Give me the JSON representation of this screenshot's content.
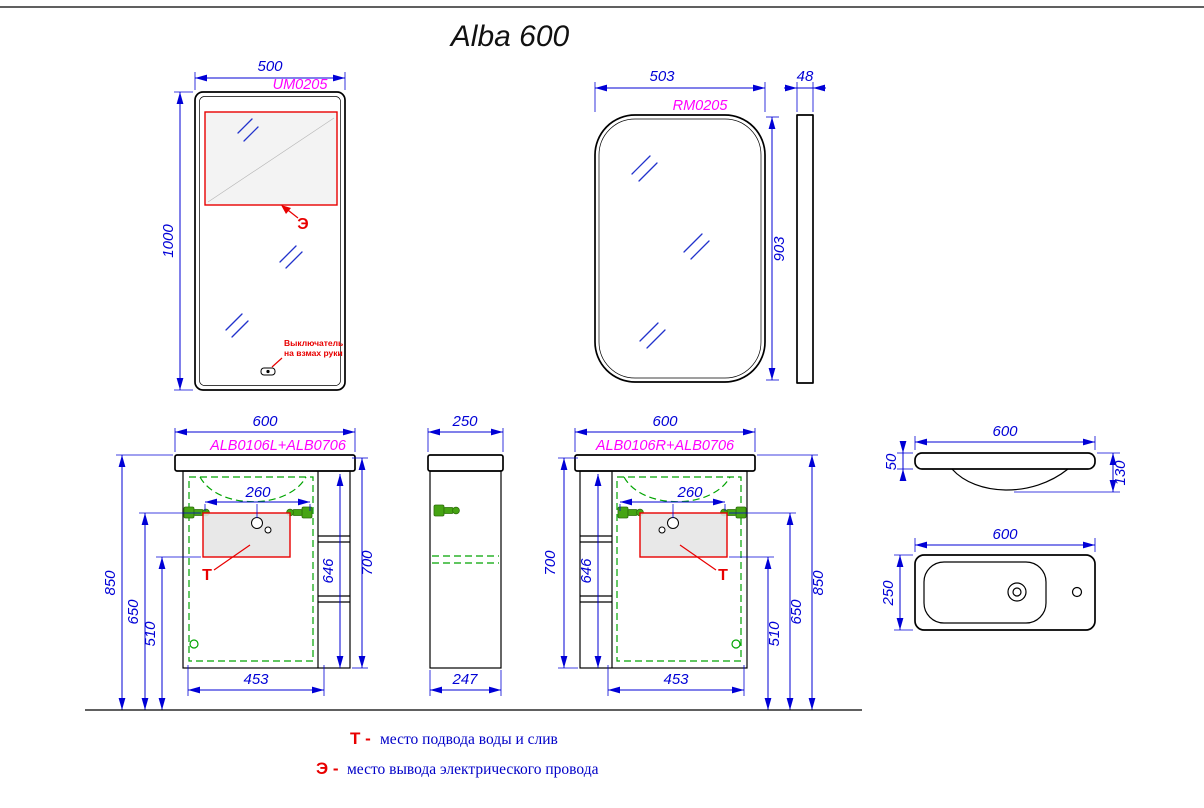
{
  "title": "Alba 600",
  "colors": {
    "dimension": "#0000d6",
    "model": "#ff00ff",
    "mark": "#e80000",
    "hidden": "#00a400",
    "outline": "#000000"
  },
  "mirror_um": {
    "model": "UM0205",
    "width": "500",
    "height": "1000",
    "electric_mark": "Э",
    "switch_note_1": "Выключатель",
    "switch_note_2": "на взмах руки"
  },
  "mirror_rm": {
    "model": "RM0205",
    "width": "503",
    "depth": "48",
    "glass_height": "903"
  },
  "vanity_left": {
    "model": "ALB0106L+ALB0706",
    "width": "600",
    "drain_offset": "260",
    "height_total": "850",
    "height_inlet": "650",
    "height_drain": "510",
    "shelf_height": "646",
    "body_height": "700",
    "door_width": "453",
    "water_mark": "Т"
  },
  "vanity_side": {
    "depth_top": "250",
    "depth_bottom": "247"
  },
  "vanity_right": {
    "model": "ALB0106R+ALB0706",
    "width": "600",
    "drain_offset": "260",
    "height_total": "850",
    "height_inlet": "650",
    "height_drain": "510",
    "shelf_height": "646",
    "body_height": "700",
    "door_width": "453",
    "water_mark": "Т"
  },
  "basin_side": {
    "width": "600",
    "rim_height": "50",
    "total_height": "130"
  },
  "basin_top": {
    "width": "600",
    "depth": "250"
  },
  "legend": {
    "water_symbol": "Т -",
    "water_text": "место подвода воды и слив",
    "electric_symbol": "Э -",
    "electric_text": "место вывода электрического провода"
  }
}
